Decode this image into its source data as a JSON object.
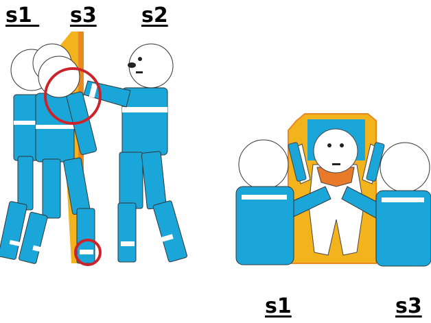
{
  "labels": {
    "top": [
      "s1 ",
      "s3",
      "s2"
    ],
    "bottom": [
      "s1",
      "s3"
    ]
  },
  "colors": {
    "uniform": "#1ba6d9",
    "board": "#f2b31d",
    "board_edge": "#e8891f",
    "collar": "#e87a2a",
    "highlight_circle": "#cc2229",
    "outline": "#333333"
  },
  "icons": {
    "highlight": "red-circle-icon",
    "head": "head-icon"
  }
}
